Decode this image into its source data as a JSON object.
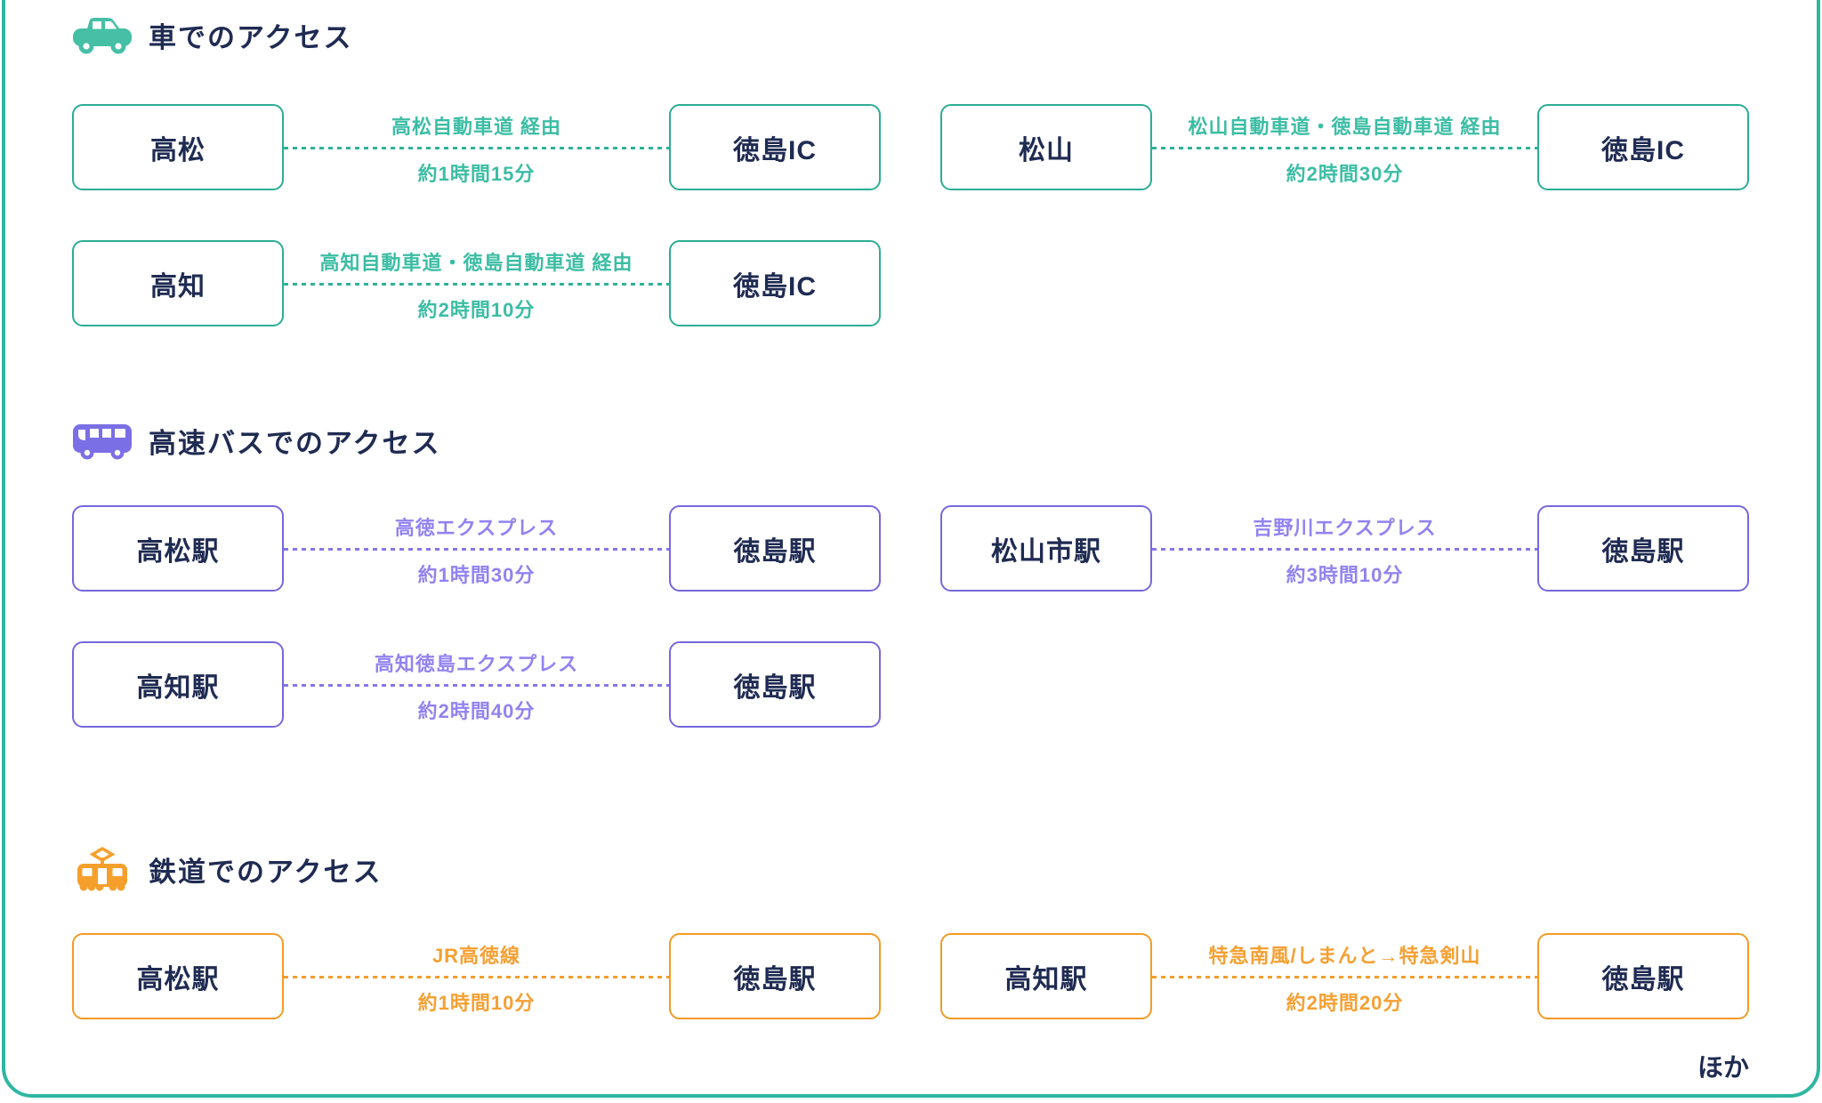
{
  "page": {
    "footer_note": "ほか",
    "frame_border_color": "#2eb6a1",
    "text_color": "#1f2b52"
  },
  "sections": [
    {
      "title": "車でのアクセス",
      "icon": "car-icon",
      "accent_border": "#2cad96",
      "accent_text": "#3cbda4",
      "icon_color": "#45bfa5",
      "routes": [
        {
          "from": "高松",
          "via": "高松自動車道 経由",
          "duration": "約1時間15分",
          "to": "徳島IC"
        },
        {
          "from": "松山",
          "via": "松山自動車道・徳島自動車道 経由",
          "duration": "約2時間30分",
          "to": "徳島IC"
        },
        {
          "from": "高知",
          "via": "高知自動車道・徳島自動車道 経由",
          "duration": "約2時間10分",
          "to": "徳島IC"
        }
      ]
    },
    {
      "title": "高速バスでのアクセス",
      "icon": "bus-icon",
      "accent_border": "#7668dd",
      "accent_text": "#9183f1",
      "icon_color": "#7b6fe6",
      "routes": [
        {
          "from": "高松駅",
          "via": "高徳エクスプレス",
          "duration": "約1時間30分",
          "to": "徳島駅"
        },
        {
          "from": "松山市駅",
          "via": "吉野川エクスプレス",
          "duration": "約3時間10分",
          "to": "徳島駅"
        },
        {
          "from": "高知駅",
          "via": "高知徳島エクスプレス",
          "duration": "約2時間40分",
          "to": "徳島駅"
        }
      ]
    },
    {
      "title": "鉄道でのアクセス",
      "icon": "tram-icon",
      "accent_border": "#f39b26",
      "accent_text": "#f5a033",
      "icon_color": "#f5a02c",
      "routes": [
        {
          "from": "高松駅",
          "via": "JR高徳線",
          "duration": "約1時間10分",
          "to": "徳島駅"
        },
        {
          "from": "高知駅",
          "via": "特急南風/しまんと→特急剣山",
          "duration": "約2時間20分",
          "to": "徳島駅"
        }
      ]
    }
  ]
}
